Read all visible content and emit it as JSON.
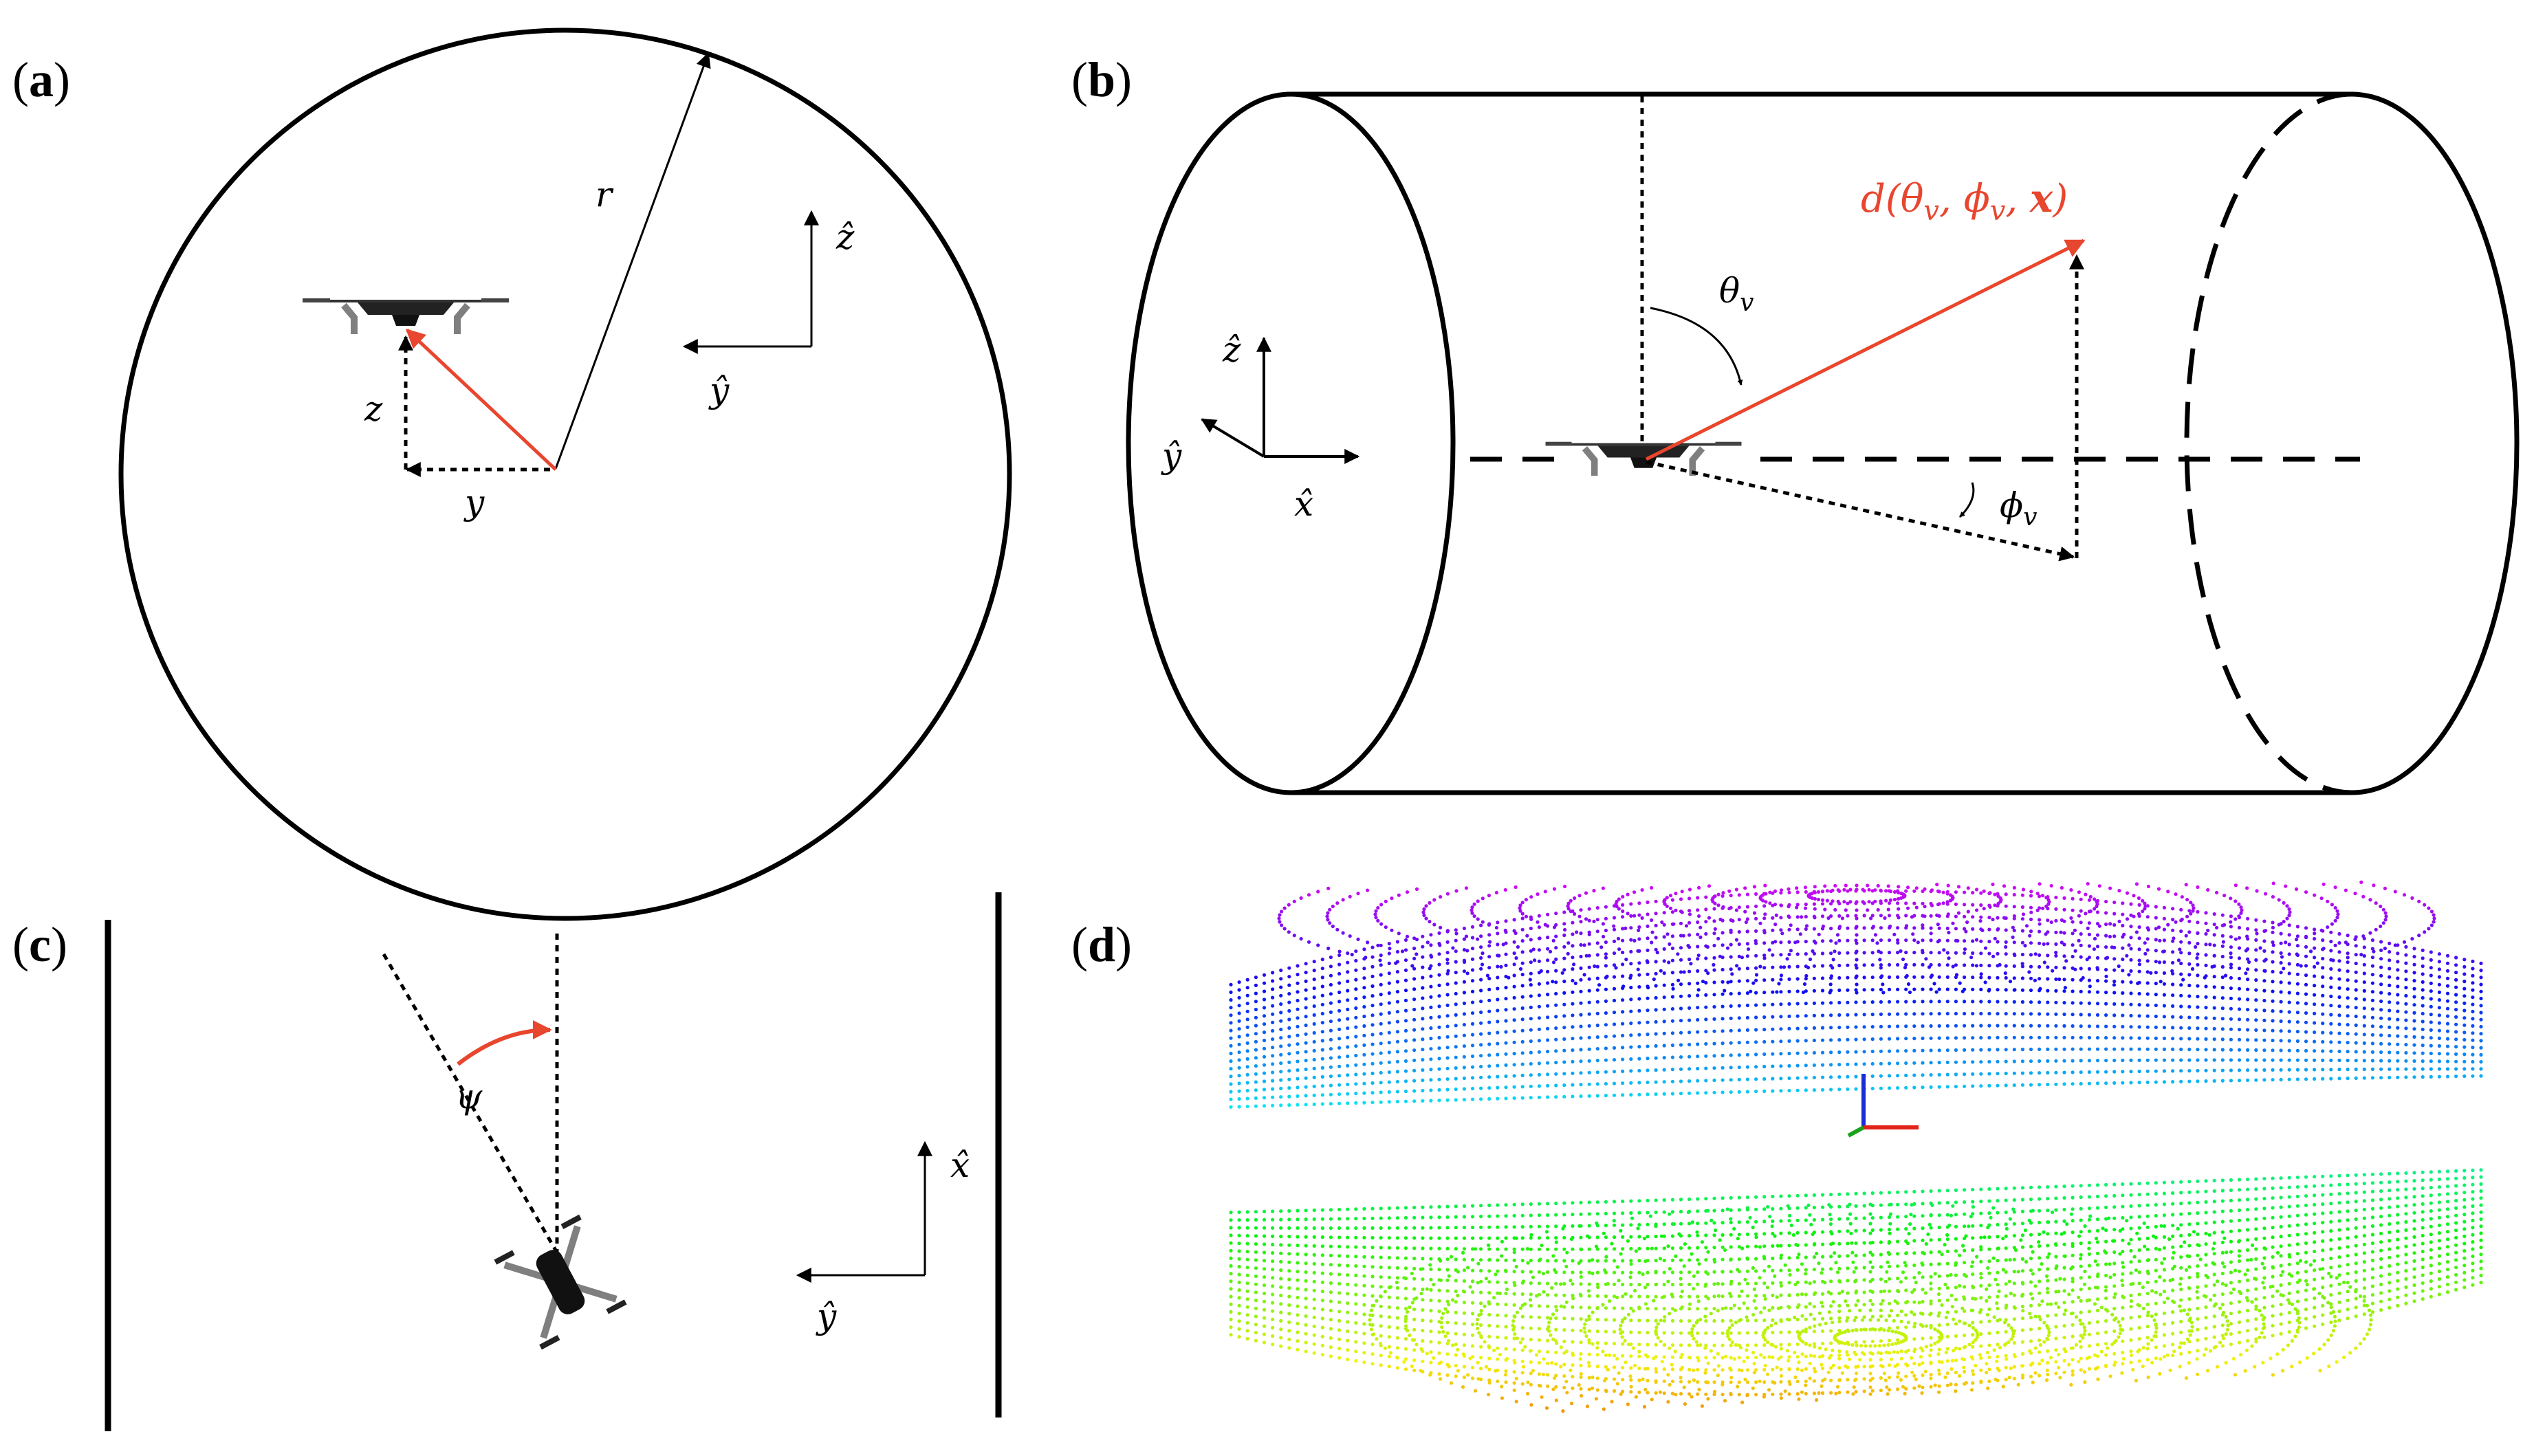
{
  "panels": {
    "a": {
      "label_letter": "a",
      "r": "r",
      "z_hat": "ẑ",
      "y_hat": "ŷ",
      "z": "z",
      "y": "y"
    },
    "b": {
      "label_letter": "b",
      "z_hat": "ẑ",
      "y_hat": "ŷ",
      "x_hat": "x̂",
      "d_prefix": "d(θ",
      "d_sub1": "v",
      "d_mid": ", ϕ",
      "d_sub2": "v",
      "d_sep": ", ",
      "d_x": "x",
      "d_close": ")",
      "theta": "θ",
      "theta_sub": "v",
      "phi": "ϕ",
      "phi_sub": "v"
    },
    "c": {
      "label_letter": "c",
      "psi": "ψ",
      "x_hat": "x̂",
      "y_hat": "ŷ"
    },
    "d": {
      "label_letter": "d"
    }
  },
  "colors": {
    "black": "#000000",
    "red": "#e8462e",
    "drone_arm": "#7f7f7f",
    "drone_body": "#111111",
    "axis_x": "#e2231a",
    "axis_y": "#1aa31a",
    "axis_z": "#1a2ed8"
  },
  "icons": [
    "drone-icon",
    "drone-top-view-icon",
    "point-cloud-icon"
  ]
}
